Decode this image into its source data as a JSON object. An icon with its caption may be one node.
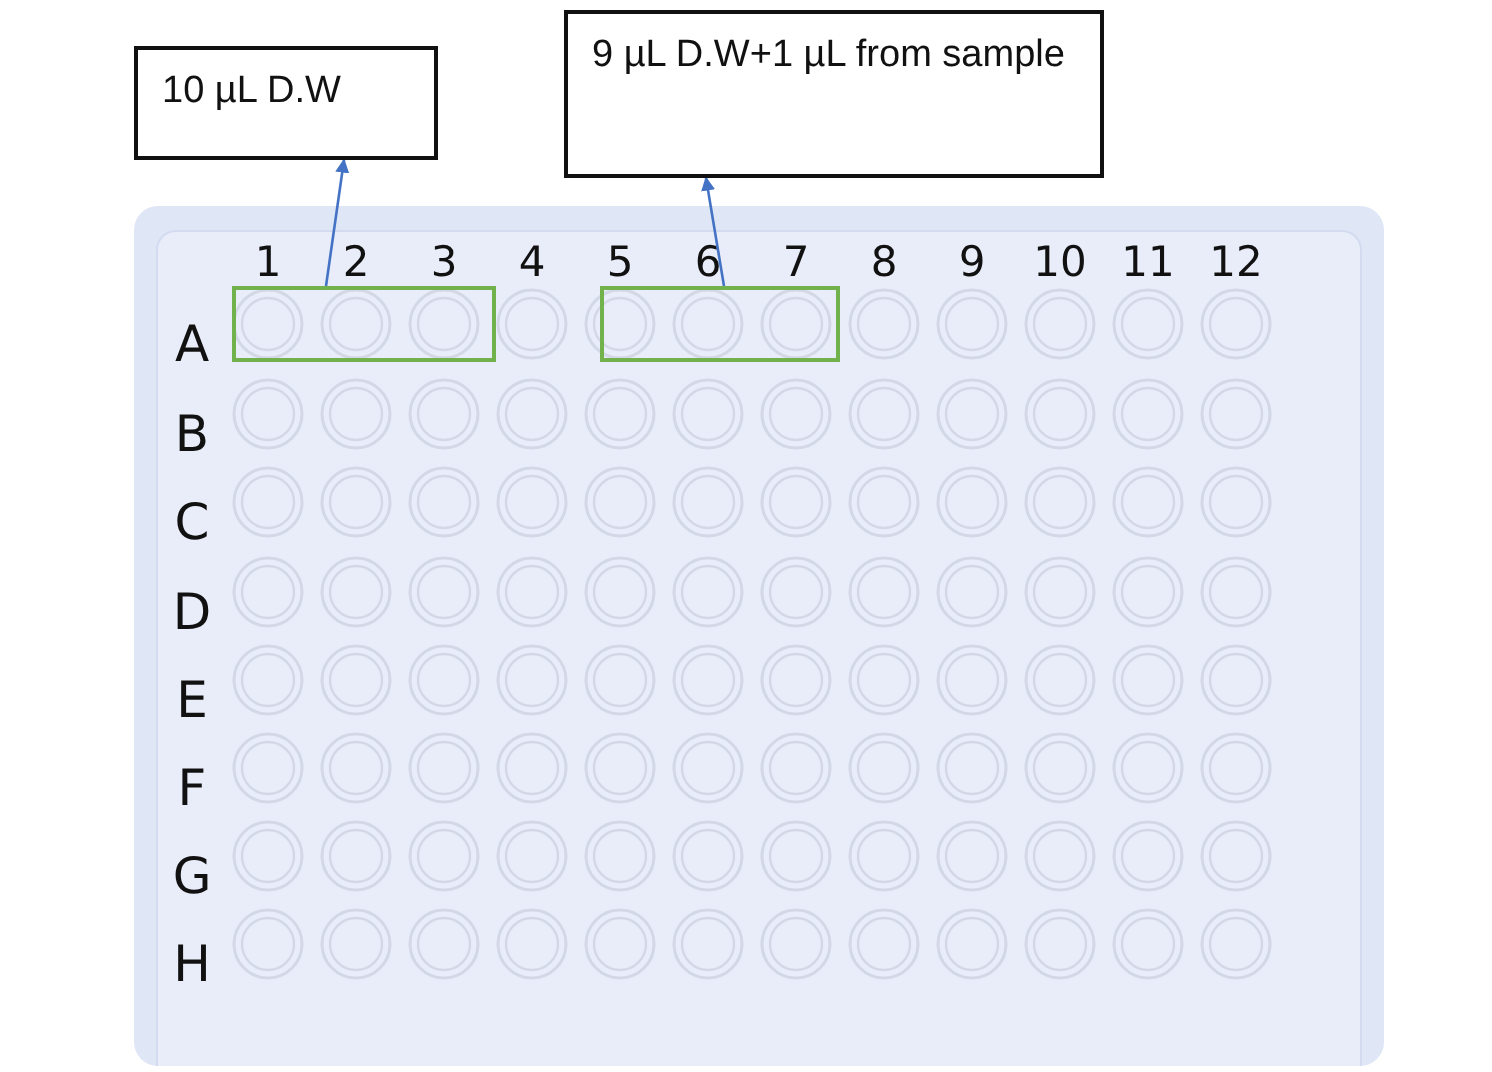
{
  "diagram": {
    "nodes": [
      {
        "text": [
          "10 µL D.W"
        ]
      },
      {
        "text": [
          "9 µL D.W+1 µL from sample"
        ]
      },
      {
        "text": [],
        "shape": "box"
      },
      {
        "text": [],
        "shape": "box"
      }
    ],
    "edges": [
      {
        "from": 2,
        "to": 0,
        "arrow": "to"
      },
      {
        "from": 3,
        "to": 1,
        "arrow": "to"
      }
    ],
    "labels": [
      "1",
      "2",
      "3",
      "4",
      "5",
      "6",
      "7",
      "8",
      "9",
      "10",
      "11",
      "12",
      "A",
      "B",
      "C",
      "D",
      "E",
      "F",
      "G",
      "H"
    ]
  }
}
